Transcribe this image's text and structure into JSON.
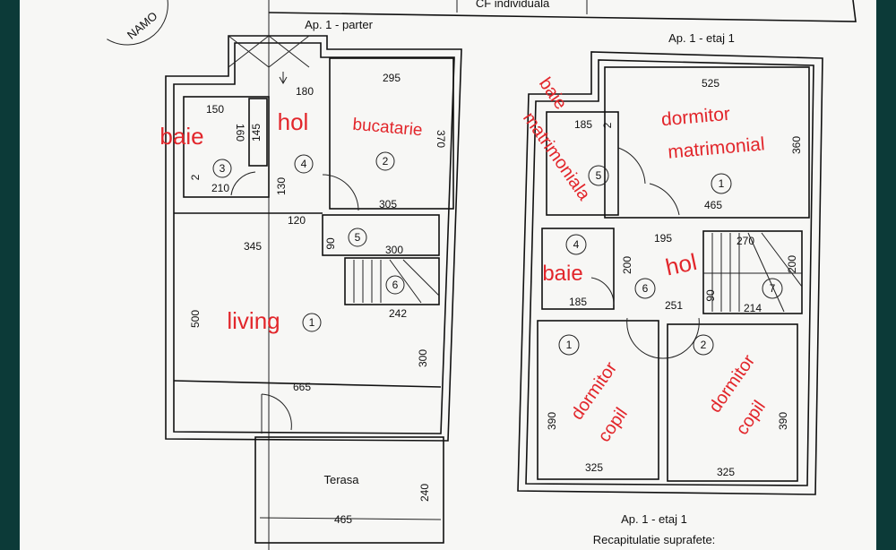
{
  "header_table": {
    "cell": "CF individuala"
  },
  "stamp": {
    "text": "NAMO"
  },
  "ground_floor": {
    "title": "Ap. 1 - parter",
    "terrace_label": "Terasa",
    "room_numbers": [
      "1",
      "2",
      "3",
      "4",
      "5",
      "6"
    ],
    "dims": [
      "295",
      "150",
      "160",
      "145",
      "180",
      "370",
      "210",
      "130",
      "120",
      "305",
      "345",
      "90",
      "300",
      "242",
      "500",
      "665",
      "300",
      "240",
      "465",
      "2"
    ],
    "annotations": {
      "baie": "baie",
      "hol": "hol",
      "bucatarie": "bucatarie",
      "living": "living"
    }
  },
  "upper_floor": {
    "title": "Ap. 1 - etaj 1",
    "room_numbers": [
      "1",
      "5",
      "4",
      "6",
      "7",
      "1",
      "2"
    ],
    "dims": [
      "525",
      "185",
      "360",
      "465",
      "195",
      "270",
      "200",
      "200",
      "185",
      "251",
      "90",
      "214",
      "390",
      "390",
      "325",
      "325",
      "2"
    ],
    "annotations": {
      "baie_matrimoniala": "baie matrimoniala",
      "dormitor_matrimonial_1": "dormitor",
      "dormitor_matrimonial_2": "matrimonial",
      "baie": "baie",
      "hol": "hol",
      "copil1_a": "dormitor",
      "copil1_b": "copil",
      "copil2_a": "dormitor",
      "copil2_b": "copil"
    }
  },
  "footer": {
    "title": "Ap. 1 - etaj 1",
    "recap": "Recapitulatie suprafete:"
  },
  "colors": {
    "annotation": "#e2262b",
    "border": "#0c3a38",
    "paper": "#f7f7f5"
  }
}
